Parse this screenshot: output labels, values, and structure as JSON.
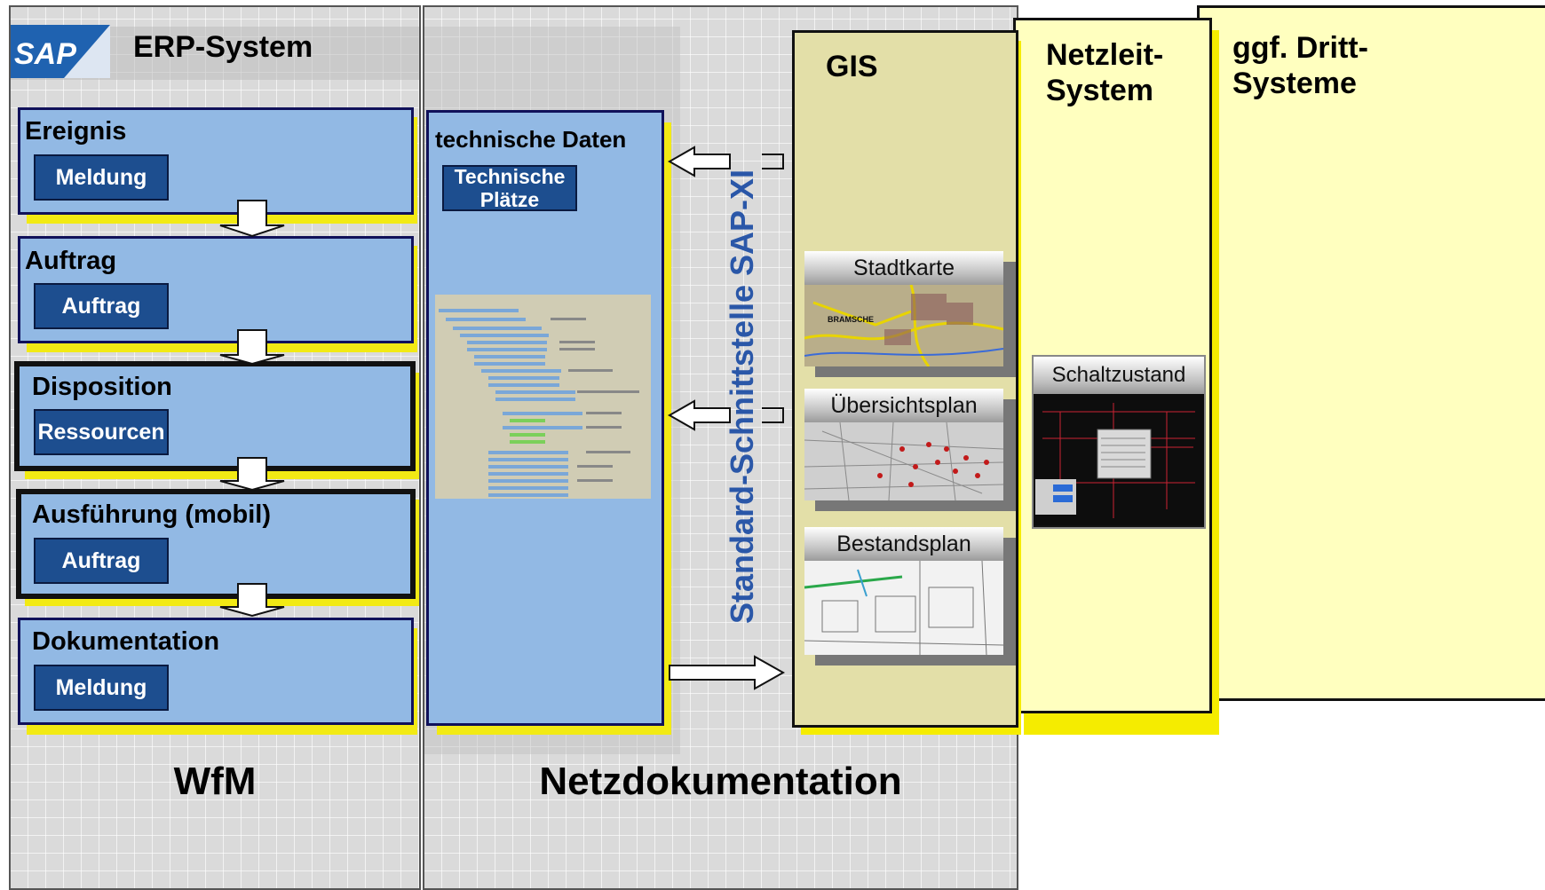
{
  "wfm": {
    "title": "ERP-System",
    "logo": "SAP",
    "footer": "WfM",
    "steps": [
      {
        "title": "Ereignis",
        "button": "Meldung"
      },
      {
        "title": "Auftrag",
        "button": "Auftrag"
      },
      {
        "title": "Disposition",
        "button": "Ressourcen"
      },
      {
        "title": "Ausführung (mobil)",
        "button": "Auftrag"
      },
      {
        "title": "Dokumentation",
        "button": "Meldung"
      }
    ]
  },
  "netz": {
    "title": "technische Daten",
    "button": "Technische Plätze",
    "interface": "Standard-Schnittstelle SAP-XI",
    "footer": "Netzdokumentation"
  },
  "gis": {
    "title": "GIS",
    "maps": [
      {
        "label": "Stadtkarte",
        "place": "BRAMSCHE"
      },
      {
        "label": "Übersichtsplan"
      },
      {
        "label": "Bestandsplan"
      }
    ]
  },
  "netzleit": {
    "title": "Netzleit-System",
    "panel": "Schaltzustand"
  },
  "dritt": {
    "title": "ggf. Dritt-Systeme"
  },
  "colors": {
    "step_fill": "#92b9e4",
    "button": "#1d4e8f",
    "yellow": "#f5ec00",
    "gis_fill": "#e3dfa8"
  }
}
